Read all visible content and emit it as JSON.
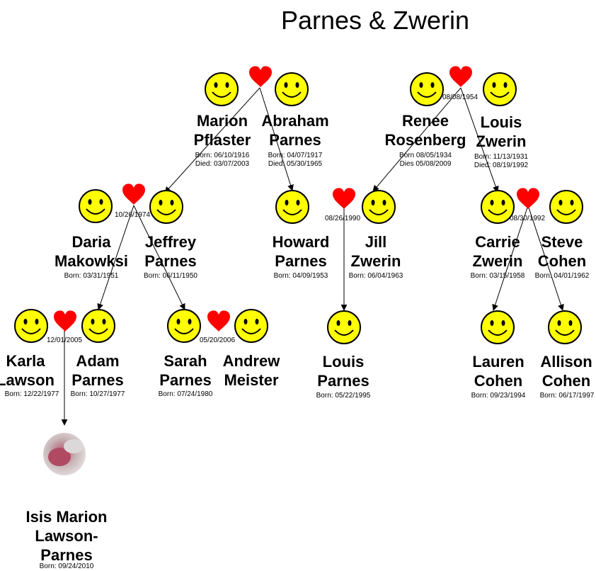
{
  "title": "Parnes & Zwerin",
  "colors": {
    "smiley": "#ffff00",
    "heart": "#ff0000",
    "line": "#000000"
  },
  "people": {
    "marion": {
      "name1": "Marion",
      "name2": "Pflaster",
      "born": "Born: 06/10/1916",
      "died": "Died: 03/07/2003"
    },
    "abraham": {
      "name1": "Abraham",
      "name2": "Parnes",
      "born": "Born: 04/07/1917",
      "died": "Died: 05/30/1965"
    },
    "renee": {
      "name1": "Renee",
      "name2": "Rosenberg",
      "born": "Born 08/05/1934",
      "died": "Dies 05/08/2009"
    },
    "louis_z": {
      "name1": "Louis",
      "name2": "Zwerin",
      "born": "Born: 11/13/1931",
      "died": "Died: 08/19/1992"
    },
    "daria": {
      "name1": "Daria",
      "name2": "Makowksi",
      "born": "Born: 03/31/1951"
    },
    "jeffrey": {
      "name1": "Jeffrey",
      "name2": "Parnes",
      "born": "Born: 06/11/1950"
    },
    "howard": {
      "name1": "Howard",
      "name2": "Parnes",
      "born": "Born: 04/09/1953"
    },
    "jill": {
      "name1": "Jill",
      "name2": "Zwerin",
      "born": "Born: 06/04/1963"
    },
    "carrie": {
      "name1": "Carrie",
      "name2": "Zwerin",
      "born": "Born: 03/15/1958"
    },
    "steve": {
      "name1": "Steve",
      "name2": "Cohen",
      "born": "Born: 04/01/1962"
    },
    "karla": {
      "name1": "Karla",
      "name2": "Lawson",
      "born": "Born:  12/22/1977"
    },
    "adam": {
      "name1": "Adam",
      "name2": "Parnes",
      "born": "Born: 10/27/1977"
    },
    "sarah": {
      "name1": "Sarah",
      "name2": "Parnes",
      "born": "Born: 07/24/1980"
    },
    "andrew": {
      "name1": "Andrew",
      "name2": "Meister"
    },
    "louis_p": {
      "name1": "Louis",
      "name2": "Parnes",
      "born": "Born: 05/22/1995"
    },
    "lauren": {
      "name1": "Lauren",
      "name2": "Cohen",
      "born": "Born: 09/23/1994"
    },
    "allison": {
      "name1": "Allison",
      "name2": "Cohen",
      "born": "Born: 06/17/1997"
    },
    "isis": {
      "name1": "Isis Marion",
      "name2": "Lawson-",
      "name3": "Parnes",
      "born": "Born: 09/24/2010"
    }
  },
  "marriages": {
    "marion_louisz_date": "08/08/1954",
    "daria_jeffrey": "10/26/1974",
    "jill": "08/26/1990",
    "carrie_steve": "08/30/1992",
    "karla_adam": "12/01/2005",
    "sarah_andrew": "05/20/2006"
  }
}
